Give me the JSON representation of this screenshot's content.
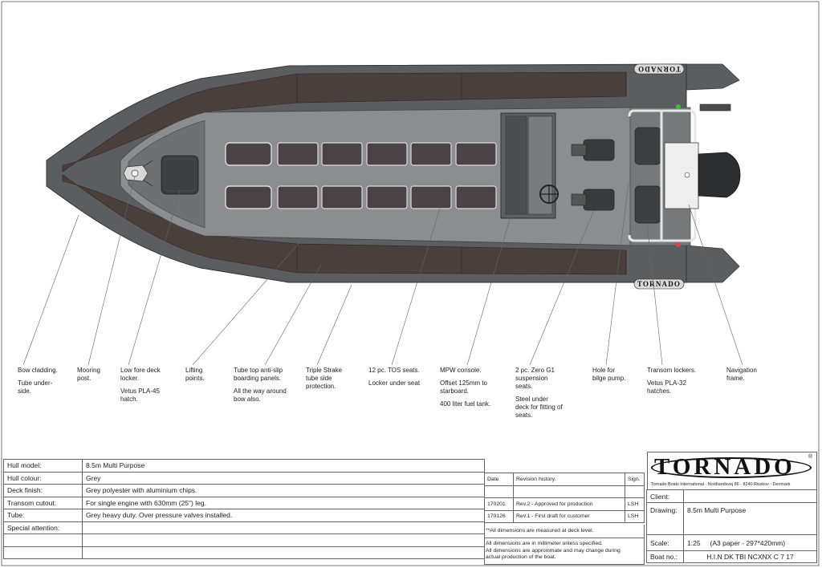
{
  "drawing": {
    "brand_mark": "TORNADO",
    "callouts": [
      {
        "id": "bow-cladding",
        "lines": [
          "Bow cladding.",
          "",
          "Tube under-",
          "side."
        ]
      },
      {
        "id": "mooring-post",
        "lines": [
          "Mooring",
          "post."
        ]
      },
      {
        "id": "fore-deck-locker",
        "lines": [
          "Low fore deck",
          "locker.",
          "",
          "Vetus PLA-45",
          "hatch."
        ]
      },
      {
        "id": "lifting-points",
        "lines": [
          "Lifting",
          "points."
        ]
      },
      {
        "id": "boarding-panels",
        "lines": [
          "Tube top anti-slip",
          "boarding panels.",
          "",
          "All the way around",
          "bow also."
        ]
      },
      {
        "id": "side-protection",
        "lines": [
          "Triple Strake",
          "tube side",
          "protection."
        ]
      },
      {
        "id": "tos-seats",
        "lines": [
          "12 pc. TOS seats.",
          "",
          "Locker under seat"
        ]
      },
      {
        "id": "mpw-console",
        "lines": [
          "MPW console.",
          "",
          "Offset 125mm to",
          "starboard.",
          "",
          "400 liter fuel tank."
        ]
      },
      {
        "id": "zero-g1-seats",
        "lines": [
          "2 pc. Zero G1",
          "suspension",
          "seats.",
          "",
          "Steel under",
          "deck for fitting of",
          "seats."
        ]
      },
      {
        "id": "bilge-pump",
        "lines": [
          "Hole for",
          "bilge pump."
        ]
      },
      {
        "id": "transom-lockers",
        "lines": [
          "Transom lockers.",
          "",
          "Vetus PLA-32",
          "hatches."
        ]
      },
      {
        "id": "navigation-frame",
        "lines": [
          "Navigation",
          "frame."
        ]
      }
    ]
  },
  "specs": [
    {
      "label": "Hull model:",
      "value": "8.5m Multi Purpose"
    },
    {
      "label": "Hull colour:",
      "value": "Grey"
    },
    {
      "label": "Deck finish:",
      "value": "Grey polyester with aluminium chips."
    },
    {
      "label": "Transom cutout:",
      "value": "For single engine with 630mm (25\") leg."
    },
    {
      "label": "Tube:",
      "value": "Grey heavy duty. Over pressure valves installed."
    },
    {
      "label": "Special attention:",
      "value": ""
    }
  ],
  "revisions": {
    "headers": {
      "date": "Date",
      "history": "Revision history.",
      "sign": "Sign."
    },
    "rows": [
      {
        "date": "170201",
        "text": "Rev.2 - Approved for production",
        "sign": "LSH"
      },
      {
        "date": "170126",
        "text": "Rev.1 - First draft for customer",
        "sign": "LSH"
      }
    ],
    "note_deck": "**All dimensions are measured at deck level.",
    "note_dims": [
      "All dimensions are in millimeter unless specified.",
      "All dimensions are approximate and may change during",
      "actual production of the boat."
    ]
  },
  "title_block": {
    "logo": "TORNADO",
    "registered": "®",
    "address": "Tornado Boats International · Nordlandsvej 86 · 8240 Risskov · Denmark",
    "client_label": "Client:",
    "client_value": "",
    "drawing_label": "Drawing:",
    "drawing_value": "8.5m Multi Purpose",
    "scale_label": "Scale:",
    "scale_value": "1:25",
    "paper_value": "(A3 paper - 297*420mm)",
    "boat_no_label": "Boat no.:",
    "boat_no_value": "H.I.N DK TBI NCXNX C 7 17"
  },
  "colors": {
    "tube": "#5b5d60",
    "tube_dark": "#3f4043",
    "strake": "#4a3f3b",
    "deck": "#8c8d8f",
    "seat": "#4a4244",
    "engine": "#2d2e30"
  }
}
